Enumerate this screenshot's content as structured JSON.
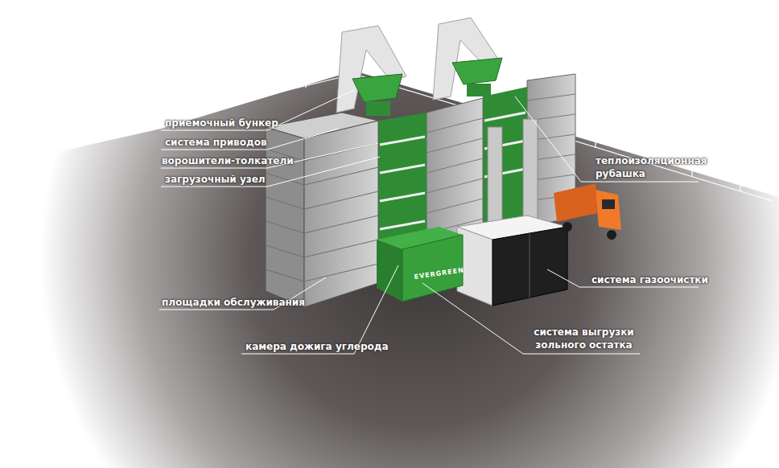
{
  "diagram": {
    "labels": [
      "приемочный бункер",
      "система приводов",
      "ворошители-толкатели",
      "загрузочный узел",
      "площадки обслуживания",
      "камера дожига углерода",
      "система выгрузки зольного остатка",
      "система газоочистки",
      "теплоизоляционная рубашка",
      "EVERGREEN"
    ]
  }
}
